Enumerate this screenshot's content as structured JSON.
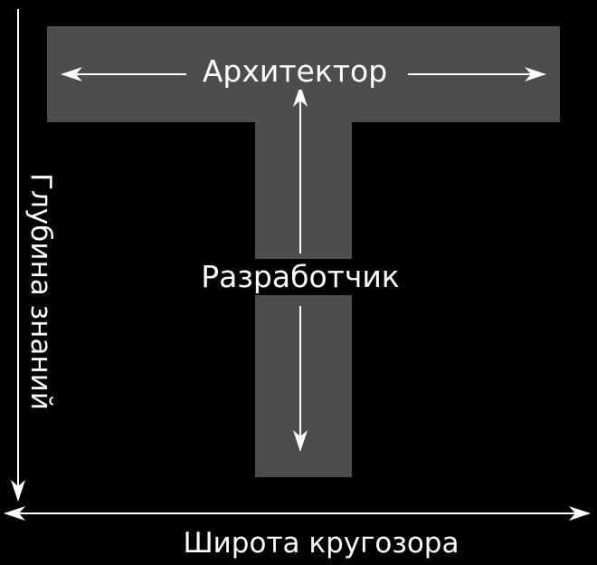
{
  "diagram": {
    "top_label": "Архитектор",
    "stem_label": "Разработчик",
    "x_axis_label": "Широта кругозора",
    "y_axis_label": "Глубина знаний"
  },
  "colors": {
    "background": "#000000",
    "shape_fill": "#4d4d4d",
    "line": "#ffffff",
    "text": "#ffffff"
  }
}
